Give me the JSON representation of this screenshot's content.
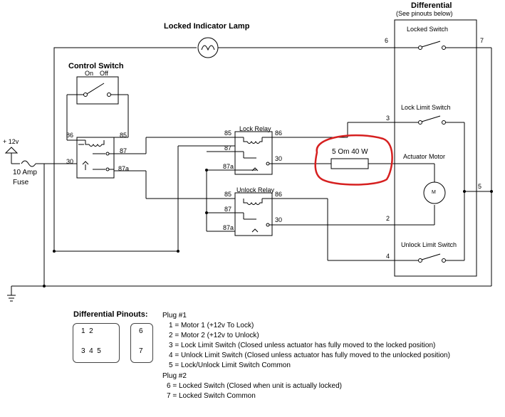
{
  "title": {
    "differential": "Differential",
    "see_pinouts": "(See pinouts below)"
  },
  "lamp": {
    "label": "Locked Indicator Lamp"
  },
  "control_switch": {
    "title": "Control Switch",
    "on": "On",
    "off": "Off"
  },
  "power": {
    "plus12v": "+ 12v",
    "fuse1": "10 Amp",
    "fuse2": "Fuse"
  },
  "control_relay_pins": {
    "p86": "86",
    "p85": "85",
    "p30": "30",
    "p87": "87",
    "p87a": "87a"
  },
  "lock_relay": {
    "title": "Lock Relay",
    "p85": "85",
    "p86": "86",
    "p87": "87",
    "p87a": "87a",
    "p30": "30"
  },
  "unlock_relay": {
    "title": "Unlock Relay",
    "p85": "85",
    "p86": "86",
    "p87": "87",
    "p87a": "87a",
    "p30": "30"
  },
  "resistor": {
    "label": "5 Om 40 W"
  },
  "differential_box": {
    "locked_switch": "Locked Switch",
    "lock_limit_switch": "Lock Limit Switch",
    "actuator_motor": "Actuator Motor",
    "motor_symbol": "M",
    "unlock_limit_switch": "Unlock Limit Switch",
    "wire_nums": {
      "n6": "6",
      "n7": "7",
      "n3": "3",
      "n5": "5",
      "n2": "2",
      "n4": "4"
    }
  },
  "pinouts": {
    "title": "Differential Pinouts:",
    "connector_a_row1": "1  2",
    "connector_a_row2": "3  4  5",
    "connector_b_row1": "6",
    "connector_b_row2": "7",
    "plug1_title": "Plug #1",
    "plug1_lines": [
      "1 = Motor 1 (+12v To Lock)",
      "2 = Motor 2 (+12v to Unlock)",
      "3 = Lock Limit Switch (Closed unless actuator has fully moved to the locked position)",
      "4 = Unlock Limit Switch (Closed unless actuator has fully moved to the unlocked position)",
      "5 = Lock/Unlock Limit Switch Common"
    ],
    "plug2_title": "Plug #2",
    "plug2_lines": [
      "6 = Locked Switch (Closed when unit is actually locked)",
      "7 = Locked Switch Common"
    ]
  },
  "colors": {
    "line": "#000000",
    "highlight": "#d62020"
  }
}
